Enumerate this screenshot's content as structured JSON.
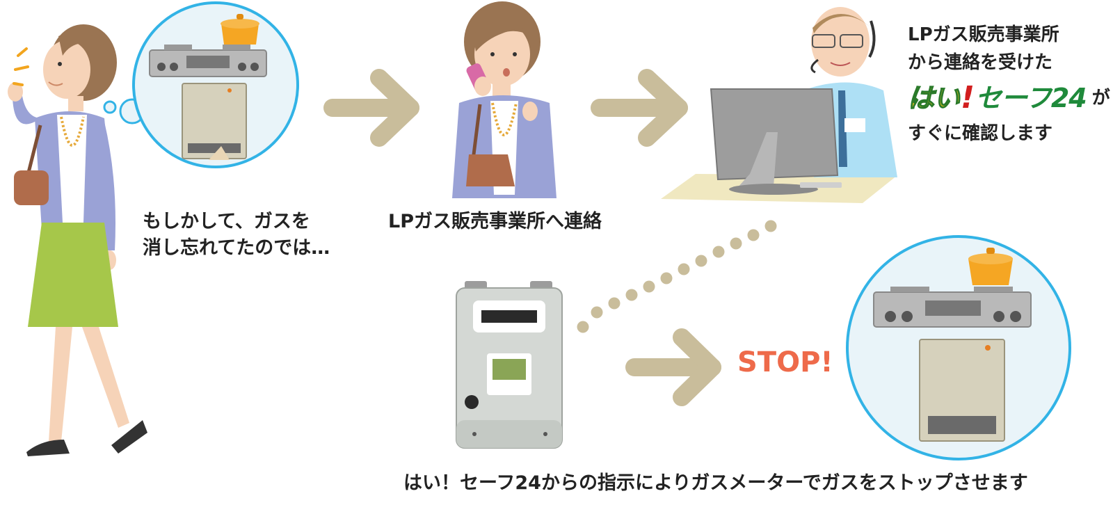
{
  "captions": {
    "worry_line1": "もしかして、ガスを",
    "worry_line2": "消し忘れてたのでは…",
    "contact": "LPガス販売事業所へ連絡",
    "center_line1": "LPガス販売事業所",
    "center_line2": "から連絡を受けた",
    "center_suffix": "が",
    "center_line3": "すぐに確認します",
    "instruction": "はい！セーフ24からの指示によりガスメーターでガスをストップさせます"
  },
  "logo": {
    "part1": "はい",
    "part2": "!",
    "part3": "セーフ24",
    "colors": {
      "hai": "#e8c21b",
      "exclamation": "#d21e1e",
      "safe": "#1f8a3b"
    }
  },
  "stop_label": "STOP!",
  "colors": {
    "arrow": "#c9bd9b",
    "dots": "#c9bd9b",
    "bubble_stroke": "#32b3e6",
    "bubble_fill": "#e9f4f9",
    "stop": "#ee6a4a"
  }
}
